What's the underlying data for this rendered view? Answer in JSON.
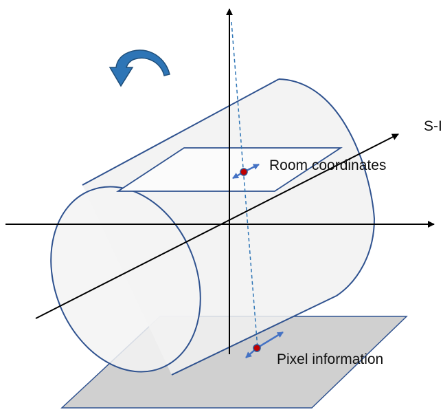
{
  "labels": {
    "axis_sl": "S-I",
    "room_coordinates": "Room coordinates",
    "pixel_information": "Pixel information"
  },
  "colors": {
    "axis": "#000000",
    "outline": "#2f528f",
    "cylinder_fill": "#f1f1f1",
    "room_plane_fill": "#fbfbfb",
    "pixel_plane_fill": "#d0d0d0",
    "rotation_arrow": "#2e75b6",
    "measure_arrow": "#4472c4",
    "point": "#c00000"
  },
  "icons": {
    "rotation": "curved-rotation-arrow-icon",
    "room_point": "red-point-icon",
    "pixel_point": "red-point-icon"
  }
}
